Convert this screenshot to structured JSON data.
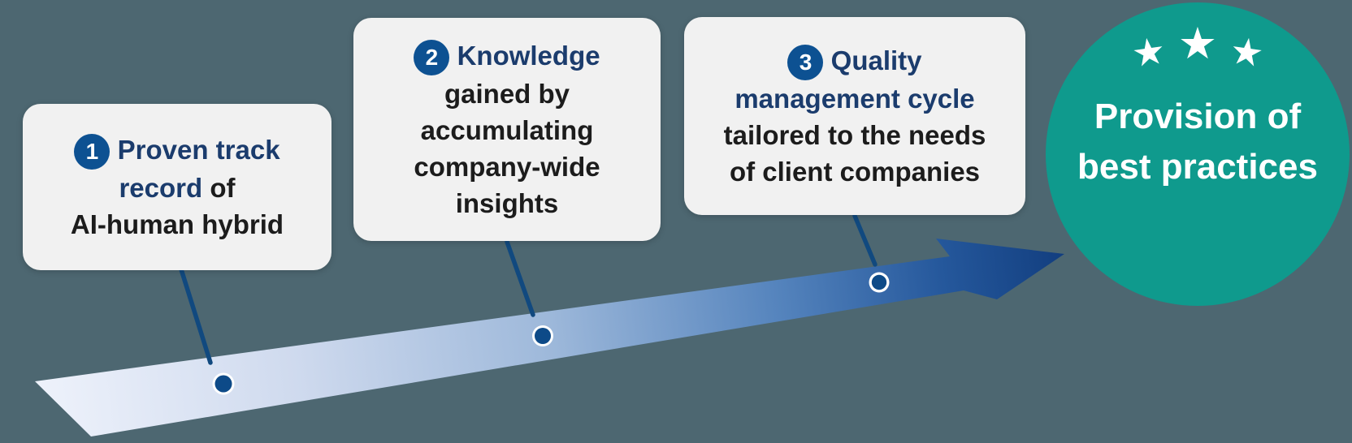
{
  "colors": {
    "bg": "#4d6771",
    "card_bg": "#f1f1f1",
    "navy_text": "#1b3c6d",
    "black_text": "#1c1c1c",
    "badge_bg": "#0d5192",
    "connector": "#11497f",
    "dot_fill": "#0d4a88",
    "dot_ring": "#ffffff",
    "teal": "#0f9a8d",
    "goal_text": "#ffffff",
    "arrow_start": "#eef2fb",
    "arrow_light": "#cfdaee",
    "arrow_mid": "#9db8da",
    "arrow_deep": "#5584bd",
    "arrow_dark": "#25589c",
    "arrow_end": "#123e7f"
  },
  "step1": {
    "badge": "1",
    "blue_line1": "Proven track",
    "blue_line2": "record",
    "black_line2": "of",
    "black_line3": "AI-human hybrid"
  },
  "step2": {
    "badge": "2",
    "blue_line1": "Knowledge",
    "black_line2": "gained by",
    "black_line3": "accumulating",
    "black_line4": "company-wide",
    "black_line5": "insights"
  },
  "step3": {
    "badge": "3",
    "blue_line1": "Quality",
    "blue_line2": "management cycle",
    "black_line3": "tailored to the needs",
    "black_line4": "of client companies"
  },
  "goal": {
    "stars": [
      "★",
      "★",
      "★"
    ],
    "label": "Provision of\nbest practices"
  }
}
